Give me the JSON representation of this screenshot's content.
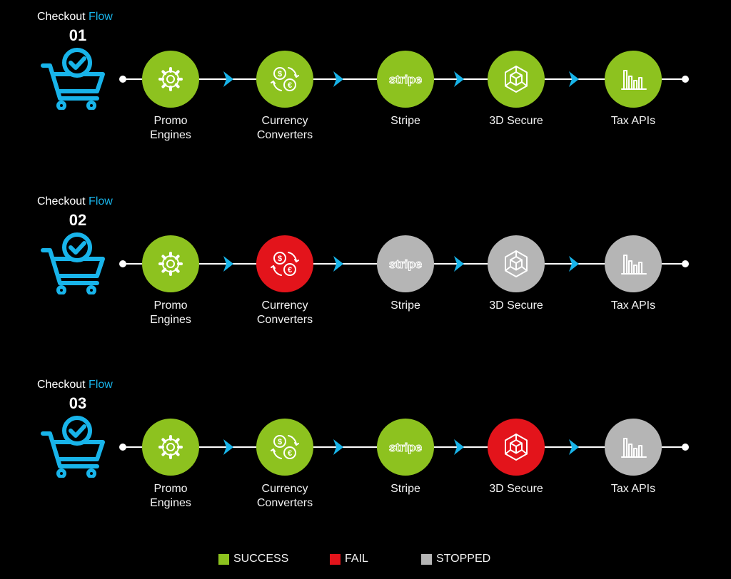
{
  "colors": {
    "success": "#8dc21f",
    "fail": "#e3141b",
    "stopped": "#b5b5b5",
    "accent": "#18b4ea",
    "line": "#ffffff"
  },
  "flows": [
    {
      "title_prefix": "Checkout",
      "title_accent": "Flow",
      "number": "01",
      "steps": [
        {
          "label_1": "Promo",
          "label_2": "Engines",
          "icon": "gear-icon",
          "status": "success"
        },
        {
          "label_1": "Currency",
          "label_2": "Converters",
          "icon": "currency-exchange-icon",
          "status": "success"
        },
        {
          "label_1": "Stripe",
          "label_2": "",
          "icon": "stripe-logo-icon",
          "logo_text": "stripe",
          "status": "success"
        },
        {
          "label_1": "3D Secure",
          "label_2": "",
          "icon": "cube-shield-icon",
          "status": "success"
        },
        {
          "label_1": "Tax APIs",
          "label_2": "",
          "icon": "bar-chart-icon",
          "status": "success"
        }
      ]
    },
    {
      "title_prefix": "Checkout",
      "title_accent": "Flow",
      "number": "02",
      "steps": [
        {
          "label_1": "Promo",
          "label_2": "Engines",
          "icon": "gear-icon",
          "status": "success"
        },
        {
          "label_1": "Currency",
          "label_2": "Converters",
          "icon": "currency-exchange-icon",
          "status": "fail"
        },
        {
          "label_1": "Stripe",
          "label_2": "",
          "icon": "stripe-logo-icon",
          "logo_text": "stripe",
          "status": "stopped"
        },
        {
          "label_1": "3D Secure",
          "label_2": "",
          "icon": "cube-shield-icon",
          "status": "stopped"
        },
        {
          "label_1": "Tax APIs",
          "label_2": "",
          "icon": "bar-chart-icon",
          "status": "stopped"
        }
      ]
    },
    {
      "title_prefix": "Checkout",
      "title_accent": "Flow",
      "number": "03",
      "steps": [
        {
          "label_1": "Promo",
          "label_2": "Engines",
          "icon": "gear-icon",
          "status": "success"
        },
        {
          "label_1": "Currency",
          "label_2": "Converters",
          "icon": "currency-exchange-icon",
          "status": "success"
        },
        {
          "label_1": "Stripe",
          "label_2": "",
          "icon": "stripe-logo-icon",
          "logo_text": "stripe",
          "status": "success"
        },
        {
          "label_1": "3D Secure",
          "label_2": "",
          "icon": "cube-shield-icon",
          "status": "fail"
        },
        {
          "label_1": "Tax APIs",
          "label_2": "",
          "icon": "bar-chart-icon",
          "status": "stopped"
        }
      ]
    }
  ],
  "legend": [
    {
      "label": "SUCCESS",
      "status": "success"
    },
    {
      "label": "FAIL",
      "status": "fail"
    },
    {
      "label": "STOPPED",
      "status": "stopped"
    }
  ]
}
